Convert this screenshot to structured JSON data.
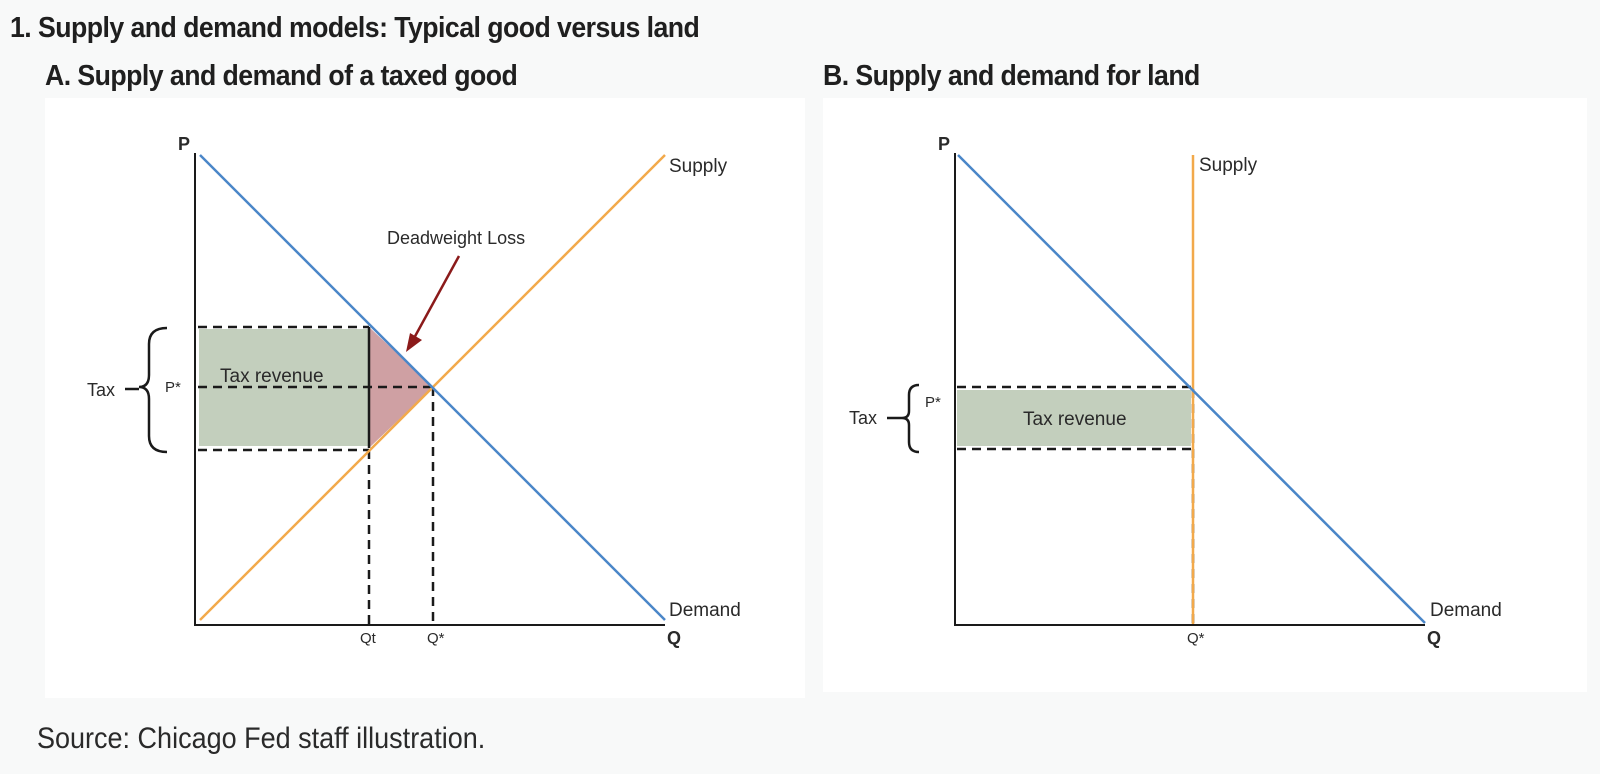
{
  "figure": {
    "title": "1. Supply and demand models: Typical good versus land",
    "source": "Source: Chicago Fed staff illustration."
  },
  "colors": {
    "demand": "#4a86c8",
    "supply": "#f2a94b",
    "axis": "#1a1a1a",
    "tax_revenue_fill": "#c3cfbd",
    "deadweight_fill": "#cfa0a3",
    "deadweight_arrow": "#8b1a1a"
  },
  "panel_a": {
    "title": "A. Supply and demand of a taxed good",
    "y_axis_label": "P",
    "x_axis_label": "Q",
    "supply_label": "Supply",
    "demand_label": "Demand",
    "tax_label": "Tax",
    "p_star_label": "P*",
    "q_star_label": "Q*",
    "q_t_label": "Qt",
    "tax_revenue_label": "Tax revenue",
    "deadweight_label": "Deadweight Loss"
  },
  "panel_b": {
    "title": "B. Supply and demand for land",
    "y_axis_label": "P",
    "x_axis_label": "Q",
    "supply_label": "Supply",
    "demand_label": "Demand",
    "tax_label": "Tax",
    "p_star_label": "P*",
    "q_star_label": "Q*",
    "tax_revenue_label": "Tax revenue"
  }
}
